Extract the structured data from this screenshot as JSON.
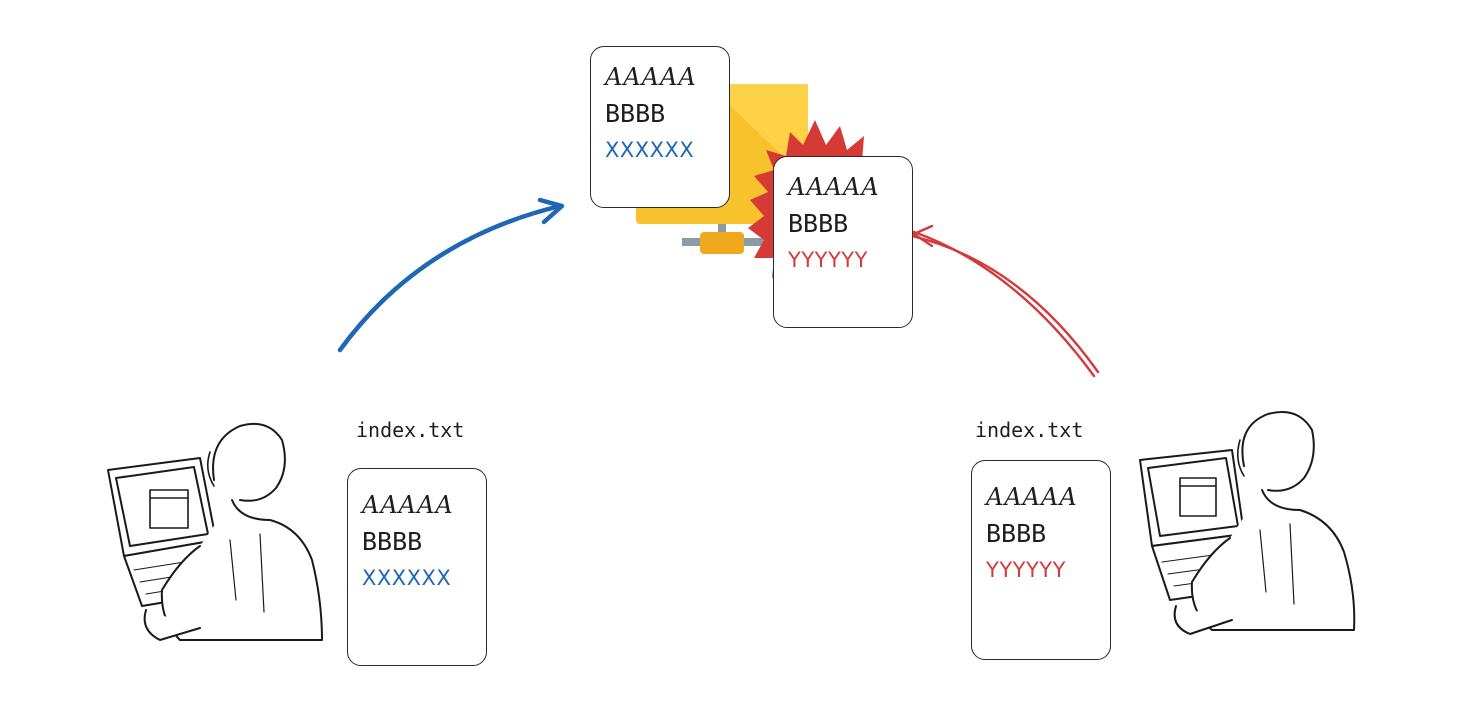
{
  "server_copy_top": {
    "line1": "AAAAA",
    "line2": "BBBB",
    "line3": "XXXXXX"
  },
  "server_copy_conflict": {
    "line1": "AAAAA",
    "line2": "BBBB",
    "line3": "YYYYYY"
  },
  "left_user": {
    "filename": "index.txt",
    "file": {
      "line1": "AAAAA",
      "line2": "BBBB",
      "line3": "XXXXXX"
    }
  },
  "right_user": {
    "filename": "index.txt",
    "file": {
      "line1": "AAAAA",
      "line2": "BBBB",
      "line3": "YYYYYY"
    }
  },
  "colors": {
    "blue": "#1f66b5",
    "red": "#d13b3b",
    "server_yellow": "#f7c22b"
  }
}
